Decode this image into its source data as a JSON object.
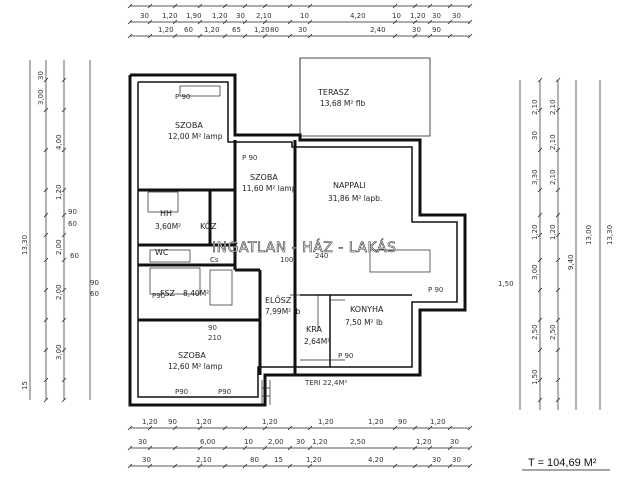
{
  "rooms": {
    "terasz": {
      "name": "TERASZ",
      "area": "13,68 M² flb"
    },
    "szoba1": {
      "name": "SZOBA",
      "area": "12,00 M² lamp"
    },
    "szoba2": {
      "name": "SZOBA",
      "area": "11,60 M² lamp"
    },
    "nappali": {
      "name": "NAPPALI",
      "area": "31,86 M² lapb."
    },
    "hh": {
      "name": "HH",
      "area": "3,60M²"
    },
    "koz": {
      "name": "KÖZ",
      "area": ""
    },
    "wc": {
      "name": "WC",
      "area": ""
    },
    "fsz": {
      "name": "FSZ",
      "area": "8,40M²"
    },
    "elosz": {
      "name": "ELŐSZ",
      "area": "7,99M² lb"
    },
    "konyha": {
      "name": "KONYHA",
      "area": "7,50 M² lb"
    },
    "kra": {
      "name": "KRA",
      "area": "2,64M²"
    },
    "szoba3": {
      "name": "SZOBA",
      "area": "12,60 M² lamp"
    }
  },
  "watermark": "INGATLAN - HÁZ - LAKÁS",
  "total_area": "T = 104,69 M²",
  "opening_labels": {
    "p90": "P 90",
    "p90b": "P90",
    "p90c": "P 90",
    "p90d": "P 90",
    "p90e": "P90",
    "p90f": "P90"
  },
  "top_dims_row1": [
    "30",
    "1,20",
    "1,90",
    "1,20",
    "30",
    "2,10",
    "10",
    "4,20",
    "10",
    "1,20",
    "30",
    "30"
  ],
  "top_dims_row2": [
    "1,20",
    "60",
    "1,20",
    "65",
    "1,20",
    "80",
    "30",
    "2,40",
    "30",
    "90"
  ],
  "bottom_dims_row1": [
    "1,20",
    "90",
    "1,20",
    "1,20",
    "1,20",
    "1,20",
    "90",
    "1,20"
  ],
  "bottom_dims_row2": [
    "30",
    "6,00",
    "10",
    "2,00",
    "30",
    "1,20",
    "2,50",
    "1,20",
    "30"
  ],
  "bottom_dims_row3": [
    "30",
    "2,10",
    "80",
    "15",
    "1,20",
    "4,20",
    "30",
    "30"
  ],
  "left_dims": [
    "3,00",
    "4,00",
    "1,20",
    "90",
    "60",
    "2,00",
    "90",
    "60",
    "60",
    "2,00",
    "3,00",
    "13,30",
    "15",
    "30"
  ],
  "right_dims": [
    "2,10",
    "2,10",
    "30",
    "3,30",
    "1,20",
    "3,00",
    "2,50",
    "2,10",
    "2,10",
    "1,20",
    "1,50",
    "9,40",
    "13,00",
    "13,30",
    "2,50",
    "1,50"
  ],
  "misc_labels": {
    "ajto1": "P 90",
    "ablak": "90",
    "fp": "240",
    "loft": "100",
    "belt": "210",
    "cs": "Cs",
    "ter": "TERI 22,4M²"
  }
}
